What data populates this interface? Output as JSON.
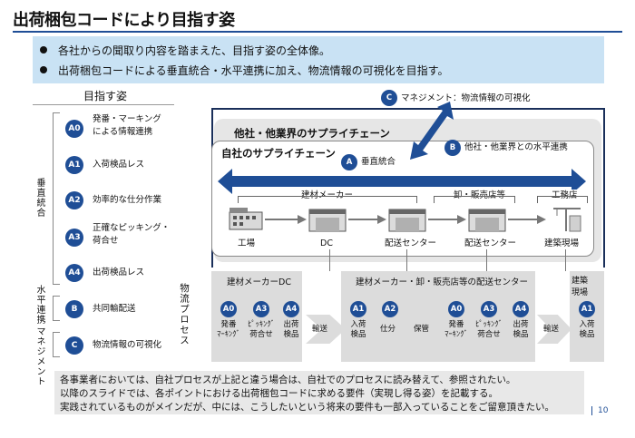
{
  "title": "出荷梱包コードにより目指す姿",
  "bullets": [
    "各社からの聞取り内容を踏まえた、目指す姿の全体像。",
    "出荷梱包コードによる垂直統合・水平連携に加え、物流情報の可視化を目指す。"
  ],
  "legend": {
    "header": "目指す姿",
    "groups": {
      "vertical": "垂直統合",
      "horizontal": "水平連携",
      "management": "マネジメント"
    },
    "items": [
      {
        "code": "A0",
        "text": "発番・マーキング\nによる情報連携"
      },
      {
        "code": "A1",
        "text": "入荷検品レス"
      },
      {
        "code": "A2",
        "text": "効率的な仕分作業"
      },
      {
        "code": "A3",
        "text": "正確なピッキング・\n荷合せ"
      },
      {
        "code": "A4",
        "text": "出荷検品レス"
      },
      {
        "code": "B",
        "text": "共同輸配送"
      },
      {
        "code": "C",
        "text": "物流情報の可視化"
      }
    ]
  },
  "diagram": {
    "management": {
      "code": "C",
      "text": "マネジメント：物流情報の可視化"
    },
    "other_chain": "他社・他業界のサプライチェーン",
    "own_chain": "自社のサプライチェーン",
    "horizontal": {
      "code": "B",
      "text": "他社・他業界との水平連携"
    },
    "vertical": {
      "code": "A",
      "text": "垂直統合"
    },
    "companies": [
      "建材メーカー",
      "卸・販売店等",
      "工務店"
    ],
    "nodes": [
      "工場",
      "DC",
      "配送センター",
      "配送センター",
      "建築現場"
    ]
  },
  "process": {
    "label": "物流プロセス",
    "sections": [
      "建材メーカーDC",
      "建材メーカー・卸・販売店等の配送センター",
      "建築\n現場"
    ],
    "steps": [
      {
        "code": "A0",
        "text": "発番\nﾏｰｷﾝｸﾞ"
      },
      {
        "code": "A3",
        "text": "ﾋﾟｯｷﾝｸﾞ\n荷合せ"
      },
      {
        "code": "A4",
        "text": "出荷\n検品"
      },
      {
        "code": "",
        "text": "輸送"
      },
      {
        "code": "A1",
        "text": "入荷\n検品"
      },
      {
        "code": "A2",
        "text": "仕分"
      },
      {
        "code": "",
        "text": "保管"
      },
      {
        "code": "A0",
        "text": "発番\nﾏｰｷﾝｸﾞ"
      },
      {
        "code": "A3",
        "text": "ﾋﾟｯｷﾝｸﾞ\n荷合せ"
      },
      {
        "code": "A4",
        "text": "出荷\n検品"
      },
      {
        "code": "",
        "text": "輸送"
      },
      {
        "code": "A1",
        "text": "入荷\n検品"
      }
    ]
  },
  "note": [
    "各事業者においては、自社プロセスが上記と違う場合は、自社でのプロセスに読み替えて、参照されたい。",
    "以降のスライドでは、各ポイントにおける出荷梱包コードに求める要件（実現し得る姿）を記載する。",
    "実践されているものがメインだが、中には、こうしたいという将来の要件も一部入っていることをご留意頂きたい。"
  ],
  "page_number": "10",
  "colors": {
    "brand": "#1f4e96",
    "bullet_bg": "#c9e2f4",
    "panel_gray": "#e6e6e6"
  }
}
